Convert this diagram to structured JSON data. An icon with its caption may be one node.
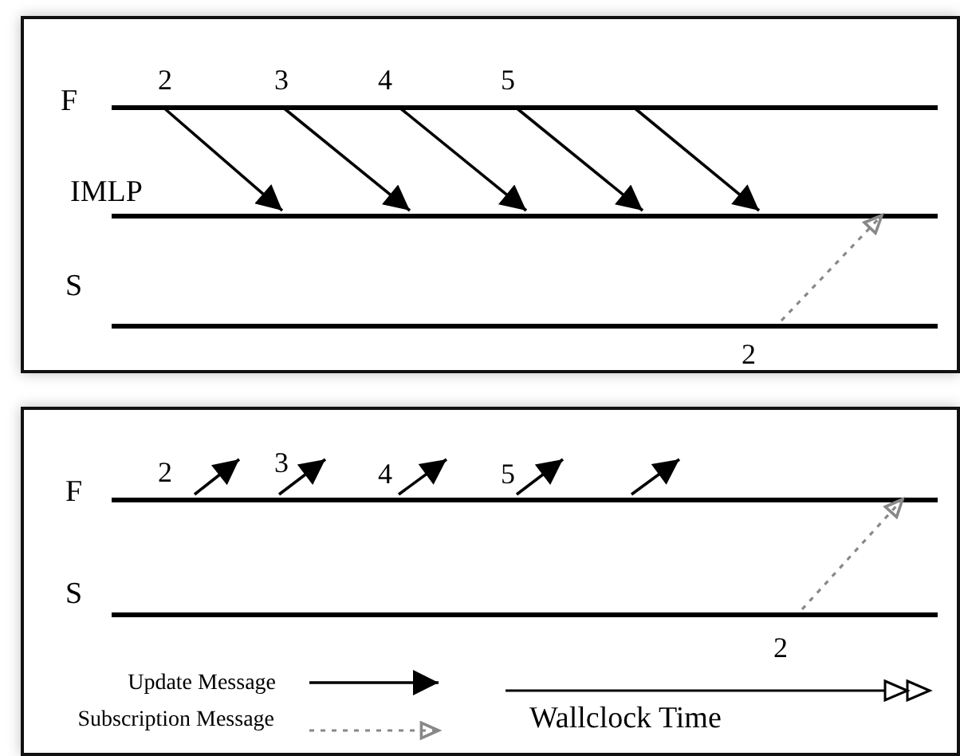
{
  "diagram": {
    "nodes": [
      {
        "text": [],
        "shape": "box"
      },
      {
        "text": [
          "F"
        ],
        "in": 0
      },
      {
        "text": [
          "IMLP"
        ],
        "in": 0
      },
      {
        "text": [
          "S"
        ],
        "in": 0
      },
      {
        "text": [],
        "shape": "box"
      },
      {
        "text": [
          "F"
        ],
        "in": 4
      },
      {
        "text": [
          "S"
        ],
        "in": 4
      }
    ],
    "edges": [
      {
        "from": 1,
        "to": 2,
        "arrow": "to",
        "label": "2"
      },
      {
        "from": 1,
        "to": 2,
        "arrow": "to",
        "label": "3"
      },
      {
        "from": 1,
        "to": 2,
        "arrow": "to",
        "label": "4"
      },
      {
        "from": 1,
        "to": 2,
        "arrow": "to",
        "label": "5"
      },
      {
        "from": 1,
        "to": 2,
        "arrow": "to"
      },
      {
        "from": 3,
        "to": 2,
        "arrow": "to",
        "label": "2",
        "style": "dashed",
        "color": "#888888"
      },
      {
        "from": 5,
        "to": null,
        "arrow": "to",
        "label": "2"
      },
      {
        "from": 5,
        "to": null,
        "arrow": "to",
        "label": "3"
      },
      {
        "from": 5,
        "to": null,
        "arrow": "to",
        "label": "4"
      },
      {
        "from": 5,
        "to": null,
        "arrow": "to",
        "label": "5"
      },
      {
        "from": 5,
        "to": null,
        "arrow": "to"
      },
      {
        "from": 6,
        "to": 5,
        "arrow": "to",
        "label": "2",
        "style": "dashed",
        "color": "#888888"
      }
    ],
    "labels": [
      "Wallclock Time"
    ],
    "legend": [
      {
        "text": "Update Message"
      },
      {
        "text": "Subscription Message"
      }
    ]
  }
}
